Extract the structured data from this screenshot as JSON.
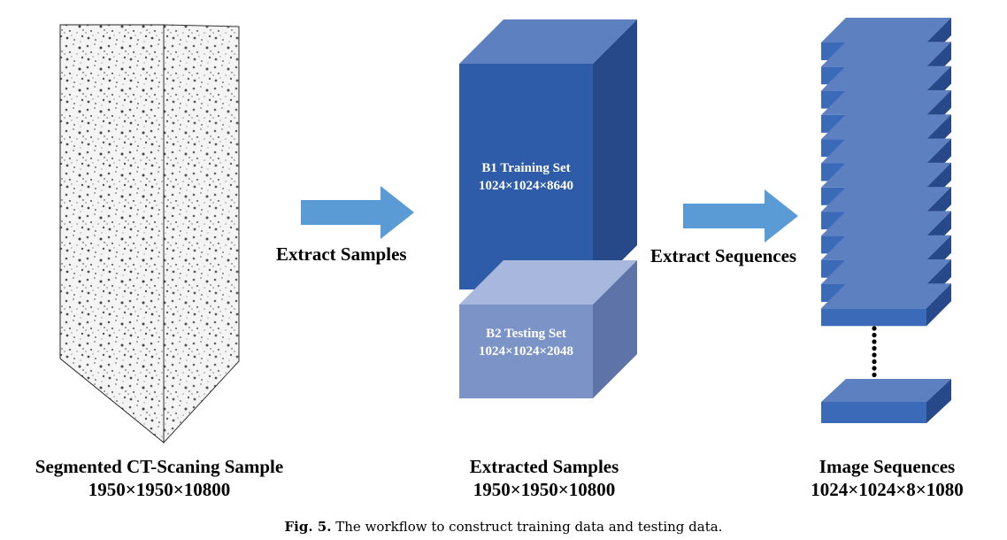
{
  "arrows": {
    "extract_samples": "Extract Samples",
    "extract_sequences": "Extract Sequences"
  },
  "training_box": {
    "name": "B1 Training Set",
    "dims": "1024×1024×8640",
    "color": "#2E5CA8"
  },
  "testing_box": {
    "name": "B2 Testing Set",
    "dims": "1024×1024×2048",
    "color": "#7C93C8"
  },
  "titles": {
    "ct_sample": {
      "name": "Segmented CT-Scaning Sample",
      "dims": "1950×1950×10800"
    },
    "extracted": {
      "name": "Extracted Samples",
      "dims": "1950×1950×10800"
    },
    "sequences": {
      "name": "Image Sequences",
      "dims": "1024×1024×8×1080"
    }
  },
  "caption": {
    "label": "Fig. 5.",
    "text": "The workflow to construct training data and testing data."
  },
  "colors": {
    "arrow": "#5B9BD5",
    "slice": "#3A6AB8"
  }
}
